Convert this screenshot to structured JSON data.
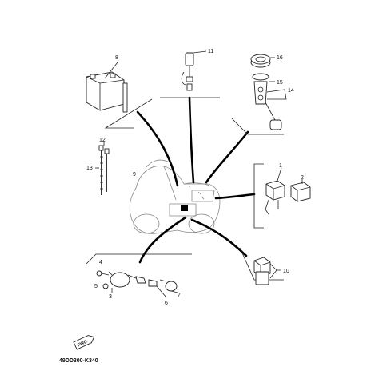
{
  "diagram": {
    "callouts": {
      "c1": "1",
      "c2": "2",
      "c3": "3",
      "c4": "4",
      "c5": "5",
      "c6": "6",
      "c7": "7",
      "c8": "8",
      "c9": "9",
      "c10": "10",
      "c11": "11",
      "c12": "12",
      "c13": "13",
      "c14": "14",
      "c15": "15",
      "c16": "16"
    },
    "fwd_label": "FWD",
    "drawing_code": "49DD300-K340"
  },
  "colors": {
    "line": "#222222",
    "background": "#ffffff"
  }
}
